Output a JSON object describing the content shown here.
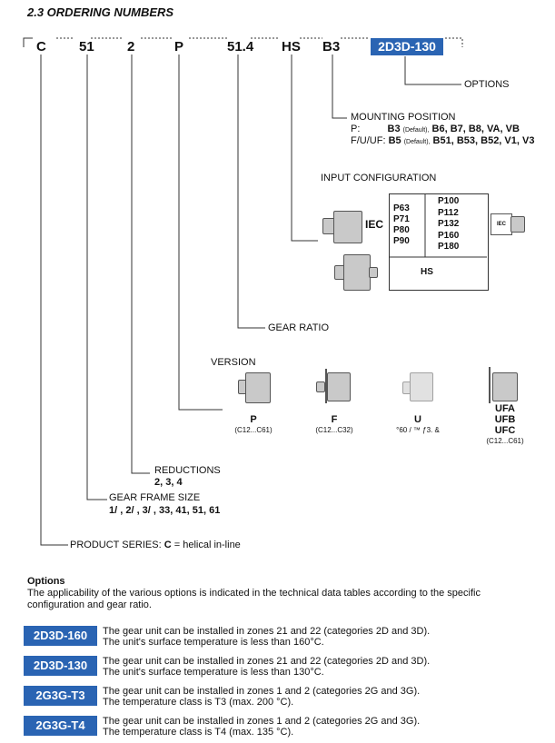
{
  "section_title": "2.3  ORDERING NUMBERS",
  "code_segments": [
    "C",
    "51",
    "2",
    "P",
    "51.4",
    "HS",
    "B3"
  ],
  "options_code": "2D3D-130",
  "labels": {
    "options": "OPTIONS",
    "mounting_title": "MOUNTING POSITION",
    "mounting_p_prefix": "P:",
    "mounting_p_default": "B3",
    "mounting_p_default_note": "(Default),",
    "mounting_p_rest": "B6, B7, B8, VA, VB",
    "mounting_fu_prefix": "F/U/UF:",
    "mounting_fu_default": "B5",
    "mounting_fu_default_note": "(Default),",
    "mounting_fu_rest": "B51, B53, B52, V1, V3",
    "input_config": "INPUT CONFIGURATION",
    "iec": "IEC",
    "iec_small": [
      "P63",
      "P71",
      "P80",
      "P90"
    ],
    "iec_large": [
      "P100",
      "P112",
      "P132",
      "P160",
      "P180"
    ],
    "hs": "HS",
    "motor_badge": "IEC",
    "gear_ratio": "GEAR RATIO",
    "version": "VERSION",
    "reductions_title": "REDUCTIONS",
    "reductions_values": "2, 3, 4",
    "frame_title": "GEAR FRAME SIZE",
    "frame_values": "1/ , 2/ , 3/ , 33, 41, 51, 61",
    "product_series_prefix": "PRODUCT SERIES:",
    "product_series_value": "C",
    "product_series_suffix": "= helical in-line"
  },
  "versions": [
    {
      "name": "P",
      "sub": "(C12...C61)"
    },
    {
      "name": "F",
      "sub": "(C12...C32)"
    },
    {
      "name": "U",
      "sub": "°60 / ™ ƒ3. &"
    },
    {
      "name_lines": [
        "UFA",
        "UFB",
        "UFC"
      ],
      "sub": "(C12...C61)"
    }
  ],
  "options_section": {
    "heading": "Options",
    "text_line1": "The applicability of the various options is indicated in the technical data tables according to the specific",
    "text_line2": "configuration and gear ratio."
  },
  "option_rows": [
    {
      "code": "2D3D-160",
      "line1": "The gear unit can be installed in zones 21 and 22 (categories 2D and 3D).",
      "line2": "The unit's surface temperature is less than 160°C."
    },
    {
      "code": "2D3D-130",
      "line1": "The gear unit can be installed in zones 21 and 22 (categories 2D and 3D).",
      "line2": "The unit's surface temperature is less than 130°C."
    },
    {
      "code": "2G3G-T3",
      "line1": "The gear unit can be installed in zones 1 and 2 (categories 2G and 3G).",
      "line2": "The temperature class is T3 (max. 200 °C)."
    },
    {
      "code": "2G3G-T4",
      "line1": "The gear unit can be installed in zones 1 and 2 (categories 2G and 3G).",
      "line2": "The temperature class is T4 (max. 135 °C)."
    }
  ],
  "colors": {
    "accent": "#2a64b3",
    "line": "#333333",
    "gear_fill": "#c9c9c9"
  }
}
